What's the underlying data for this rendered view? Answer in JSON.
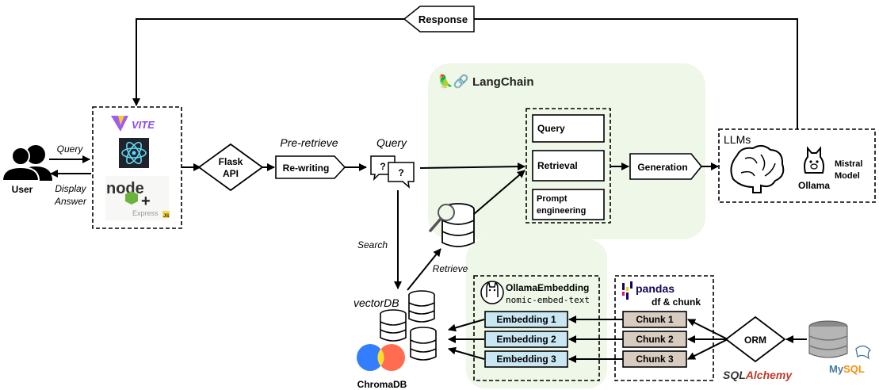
{
  "response_label": "Response",
  "user": {
    "label": "User",
    "query_label": "Query",
    "display_label_1": "Display",
    "display_label_2": "Answer"
  },
  "frontend": {
    "vite_label": "VITE",
    "node_label": "node",
    "plus": "+",
    "express_label": "Express",
    "js_badge": "JS"
  },
  "flask": {
    "line1": "Flask",
    "line2": "API"
  },
  "pre_retrieve": {
    "title": "Pre-retrieve",
    "box": "Re-writing"
  },
  "query_bubbles": {
    "title": "Query",
    "mark1": "?",
    "mark2": "?"
  },
  "langchain": {
    "title": "LangChain",
    "emoji": "🦜🔗",
    "query": "Query",
    "retrieval": "Retrieval",
    "prompt_line1": "Prompt",
    "prompt_line2": "engineering",
    "generation": "Generation"
  },
  "llms": {
    "title": "LLMs",
    "ollama": "Ollama",
    "model_line1": "Mistral",
    "model_line2": "Model"
  },
  "search_label": "Search",
  "retrieve_label": "Retrieve",
  "vectordb": {
    "title": "vectorDB",
    "chroma": "ChromaDB"
  },
  "embedding": {
    "title": "OllamaEmbedding",
    "model": "nomic-embed-text",
    "items": [
      "Embedding 1",
      "Embedding 2",
      "Embedding 3"
    ]
  },
  "pandas": {
    "title": "pandas",
    "subtitle": "df & chunk",
    "items": [
      "Chunk 1",
      "Chunk 2",
      "Chunk 3"
    ]
  },
  "orm": {
    "label": "ORM",
    "sqlalchemy_1": "SQL",
    "sqlalchemy_2": "Alchemy",
    "mysql_1": "My",
    "mysql_2": "SQL"
  },
  "colors": {
    "stroke": "#000000",
    "langchain_bg": "#eef7e8",
    "embedding_fill": "#c9e6f3",
    "chunk_fill": "#d8cbbf",
    "vite_purple": "#9c5cf5",
    "react_blue": "#61dafb",
    "node_green": "#6cb33e",
    "sqlalchemy_red": "#c0392b",
    "mysql_blue": "#4479a1",
    "pandas_navy": "#150458"
  }
}
